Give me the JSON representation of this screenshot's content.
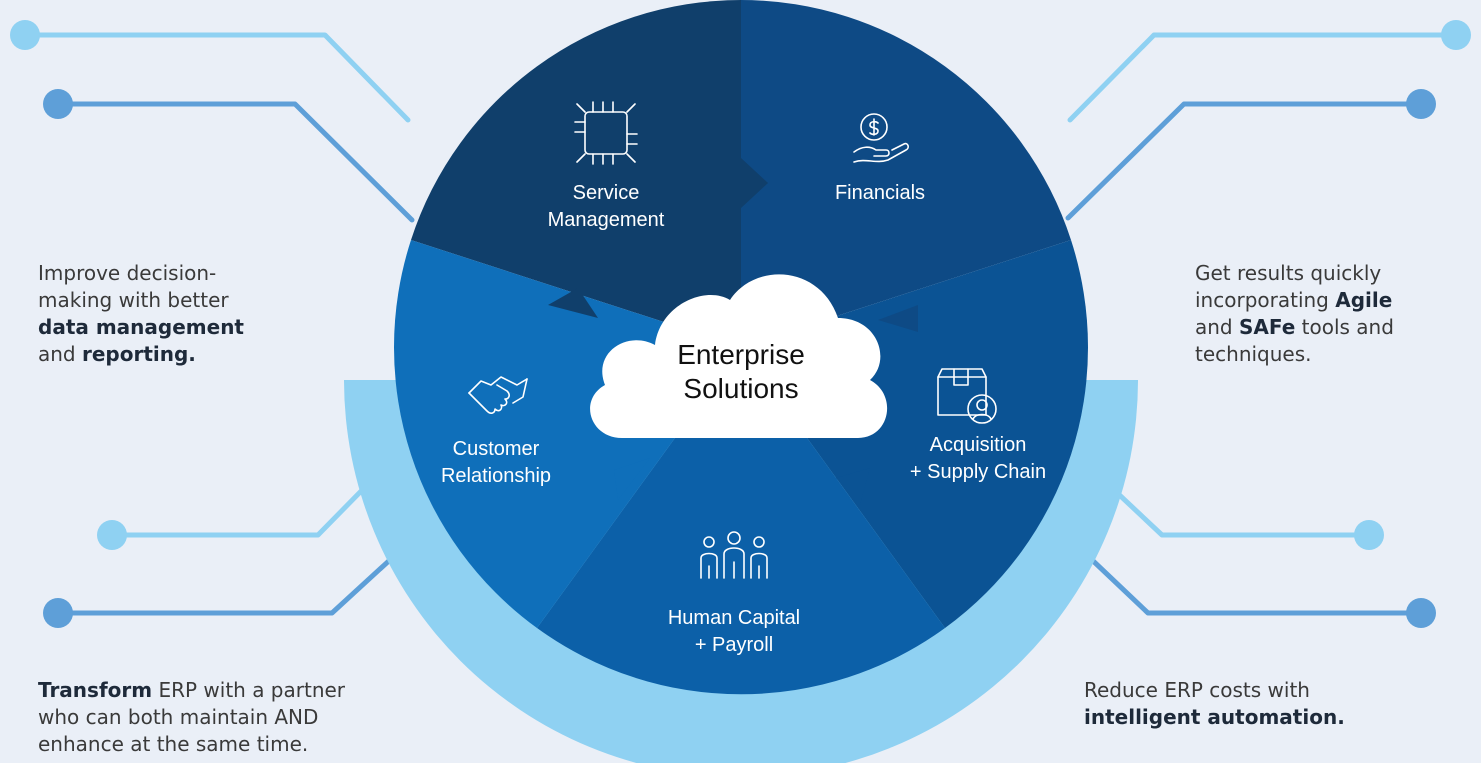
{
  "diagram": {
    "center": {
      "line1": "Enterprise",
      "line2": "Solutions"
    },
    "segments": {
      "service_management": {
        "line1": "Service",
        "line2": "Management",
        "icon": "hands-collaboration-icon"
      },
      "financials": {
        "line1": "Financials",
        "icon": "hand-coin-icon"
      },
      "acquisition": {
        "line1": "Acquisition",
        "line2": "+ Supply Chain",
        "icon": "box-person-icon"
      },
      "human_capital": {
        "line1": "Human Capital",
        "line2": "+ Payroll",
        "icon": "people-group-icon"
      },
      "customer_relationship": {
        "line1": "Customer",
        "line2": "Relationship",
        "icon": "handshake-icon"
      }
    }
  },
  "callouts": {
    "top_left": {
      "l1": "Improve decision-",
      "l2": "making with better",
      "l3_bold": "data management",
      "l4_a": "and ",
      "l4_bold": "reporting."
    },
    "top_right": {
      "l1": "Get results quickly",
      "l2_a": "incorporating ",
      "l2_bold": "Agile",
      "l3_a": "and ",
      "l3_bold": "SAFe",
      "l3_b": " tools and",
      "l4": "techniques."
    },
    "bottom_left": {
      "l1_bold": "Transform",
      "l1_b": " ERP with a partner",
      "l2": "who can both maintain AND",
      "l3": "enhance at the same time."
    },
    "bottom_right": {
      "l1": "Reduce ERP costs with",
      "l2_bold": "intelligent automation."
    }
  },
  "colors": {
    "background": "#eaeff7",
    "segment_dark": "#103f6b",
    "segment_mid": "#0e4a85",
    "segment_acq": "#0b5394",
    "segment_hc": "#0c60a8",
    "segment_cr": "#0f6fba",
    "light_ring": "#8fd1f2",
    "connector_light": "#8fd1f2",
    "connector_mid": "#5e9fd8"
  }
}
